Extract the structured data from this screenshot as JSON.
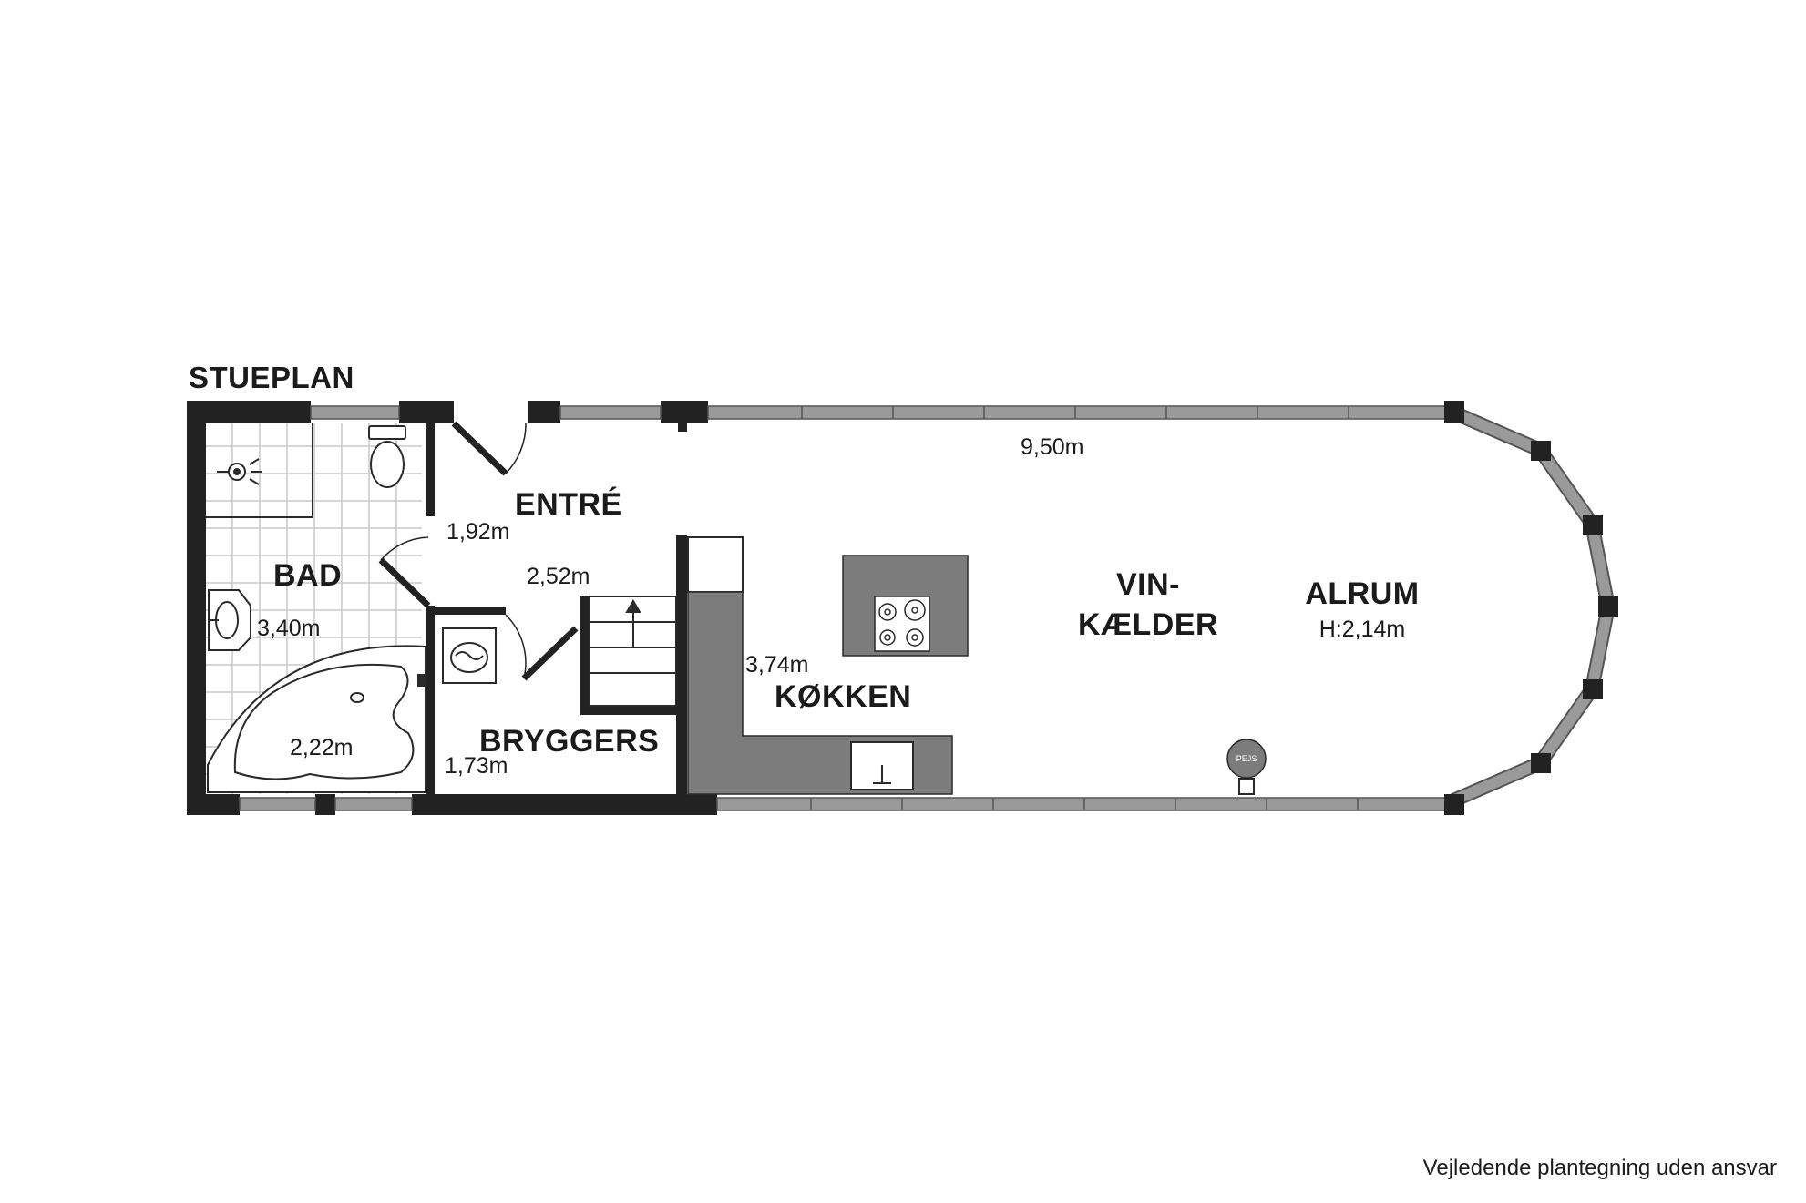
{
  "plan": {
    "title": "STUEPLAN",
    "disclaimer": "Vejledende plantegning uden ansvar",
    "rooms": {
      "bad": "BAD",
      "entre": "ENTRÉ",
      "bryggers": "BRYGGERS",
      "kokken": "KØKKEN",
      "vinkaelder_line1": "VIN-",
      "vinkaelder_line2": "KÆLDER",
      "alrum": "ALRUM",
      "alrum_height": "H:2,14m"
    },
    "dimensions": {
      "bad_width": "3,40m",
      "bath_tub": "2,22m",
      "entre": "1,92m",
      "stair": "2,52m",
      "bryggers": "1,73m",
      "kokken": "3,74m",
      "alrum_length": "9,50m"
    },
    "fixtures": {
      "fireplace_label": "PEJS"
    }
  }
}
